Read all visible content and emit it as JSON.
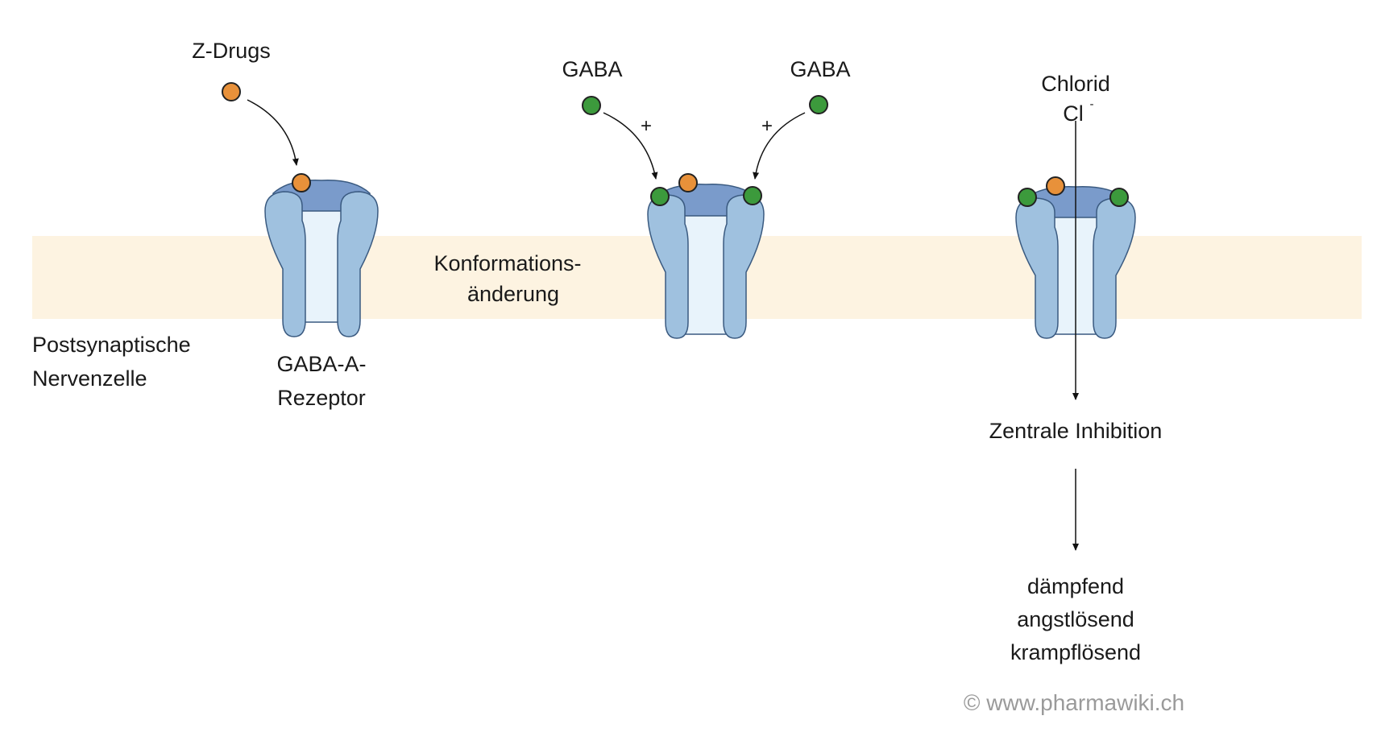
{
  "labels": {
    "zdrugs": "Z-Drugs",
    "gaba_left": "GABA",
    "gaba_right": "GABA",
    "plus_left": "+",
    "plus_right": "+",
    "chlorid": "Chlorid",
    "cl": "Cl",
    "cl_charge": "-",
    "konformation_1": "Konformations-",
    "konformation_2": "änderung",
    "postsyn_1": "Postsynaptische",
    "postsyn_2": "Nervenzelle",
    "receptor_1": "GABA-A-",
    "receptor_2": "Rezeptor",
    "zentrale": "Zentrale Inhibition",
    "effect_1": "dämpfend",
    "effect_2": "angstlösend",
    "effect_3": "krampflösend",
    "copyright": "© www.pharmawiki.ch"
  },
  "colors": {
    "membrane": "#fdf3e1",
    "subunit": "#9fc1df",
    "cap": "#7a9bcb",
    "pore": "#e8f3fb",
    "outline": "#3a5a80",
    "zdrug_dot": "#e8913a",
    "gaba_dot": "#3c9a3c"
  }
}
